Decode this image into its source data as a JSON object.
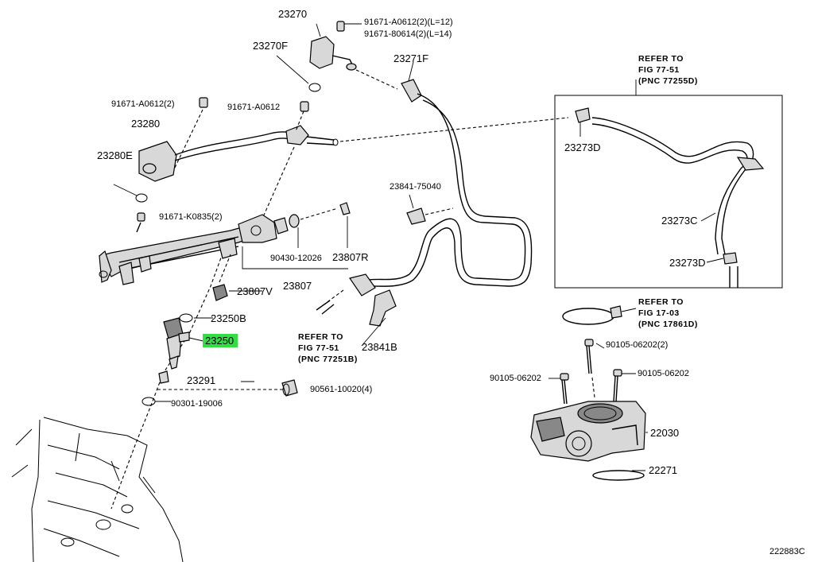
{
  "diagram_id": "222883C",
  "highlight_color": "#33dd44",
  "labels": {
    "p23270": "23270",
    "p91671_a0612_l12": "91671-A0612(2)(L=12)",
    "p91671_80614_l14": "91671-80614(2)(L=14)",
    "p23270f": "23270F",
    "p23271f": "23271F",
    "p91671_a0612_2": "91671-A0612(2)",
    "p91671_a0612": "91671-A0612",
    "p23280": "23280",
    "p23280e": "23280E",
    "p23841_75040": "23841-75040",
    "p91671_k0835": "91671-K0835(2)",
    "p90430_12026": "90430-12026",
    "p23807r": "23807R",
    "p23807": "23807",
    "p23807v": "23807V",
    "p23250b": "23250B",
    "p23250": "23250",
    "p23291": "23291",
    "p90561_10020": "90561-10020(4)",
    "p90301_19006": "90301-19006",
    "p23273d_top": "23273D",
    "p23273c": "23273C",
    "p23273d_bot": "23273D",
    "p23841b": "23841B",
    "p90105_06202_2": "90105-06202(2)",
    "p90105_06202_left": "90105-06202",
    "p90105_06202_right": "90105-06202",
    "p22030": "22030",
    "p22271": "22271"
  },
  "refs": {
    "fig77_51_box": [
      "REFER TO",
      "FIG 77-51",
      "(PNC 77255D)"
    ],
    "fig77_51_hose": [
      "REFER TO",
      "FIG 77-51",
      "(PNC 77251B)"
    ],
    "fig17_03": [
      "REFER TO",
      "FIG 17-03",
      "(PNC 17861D)"
    ]
  }
}
